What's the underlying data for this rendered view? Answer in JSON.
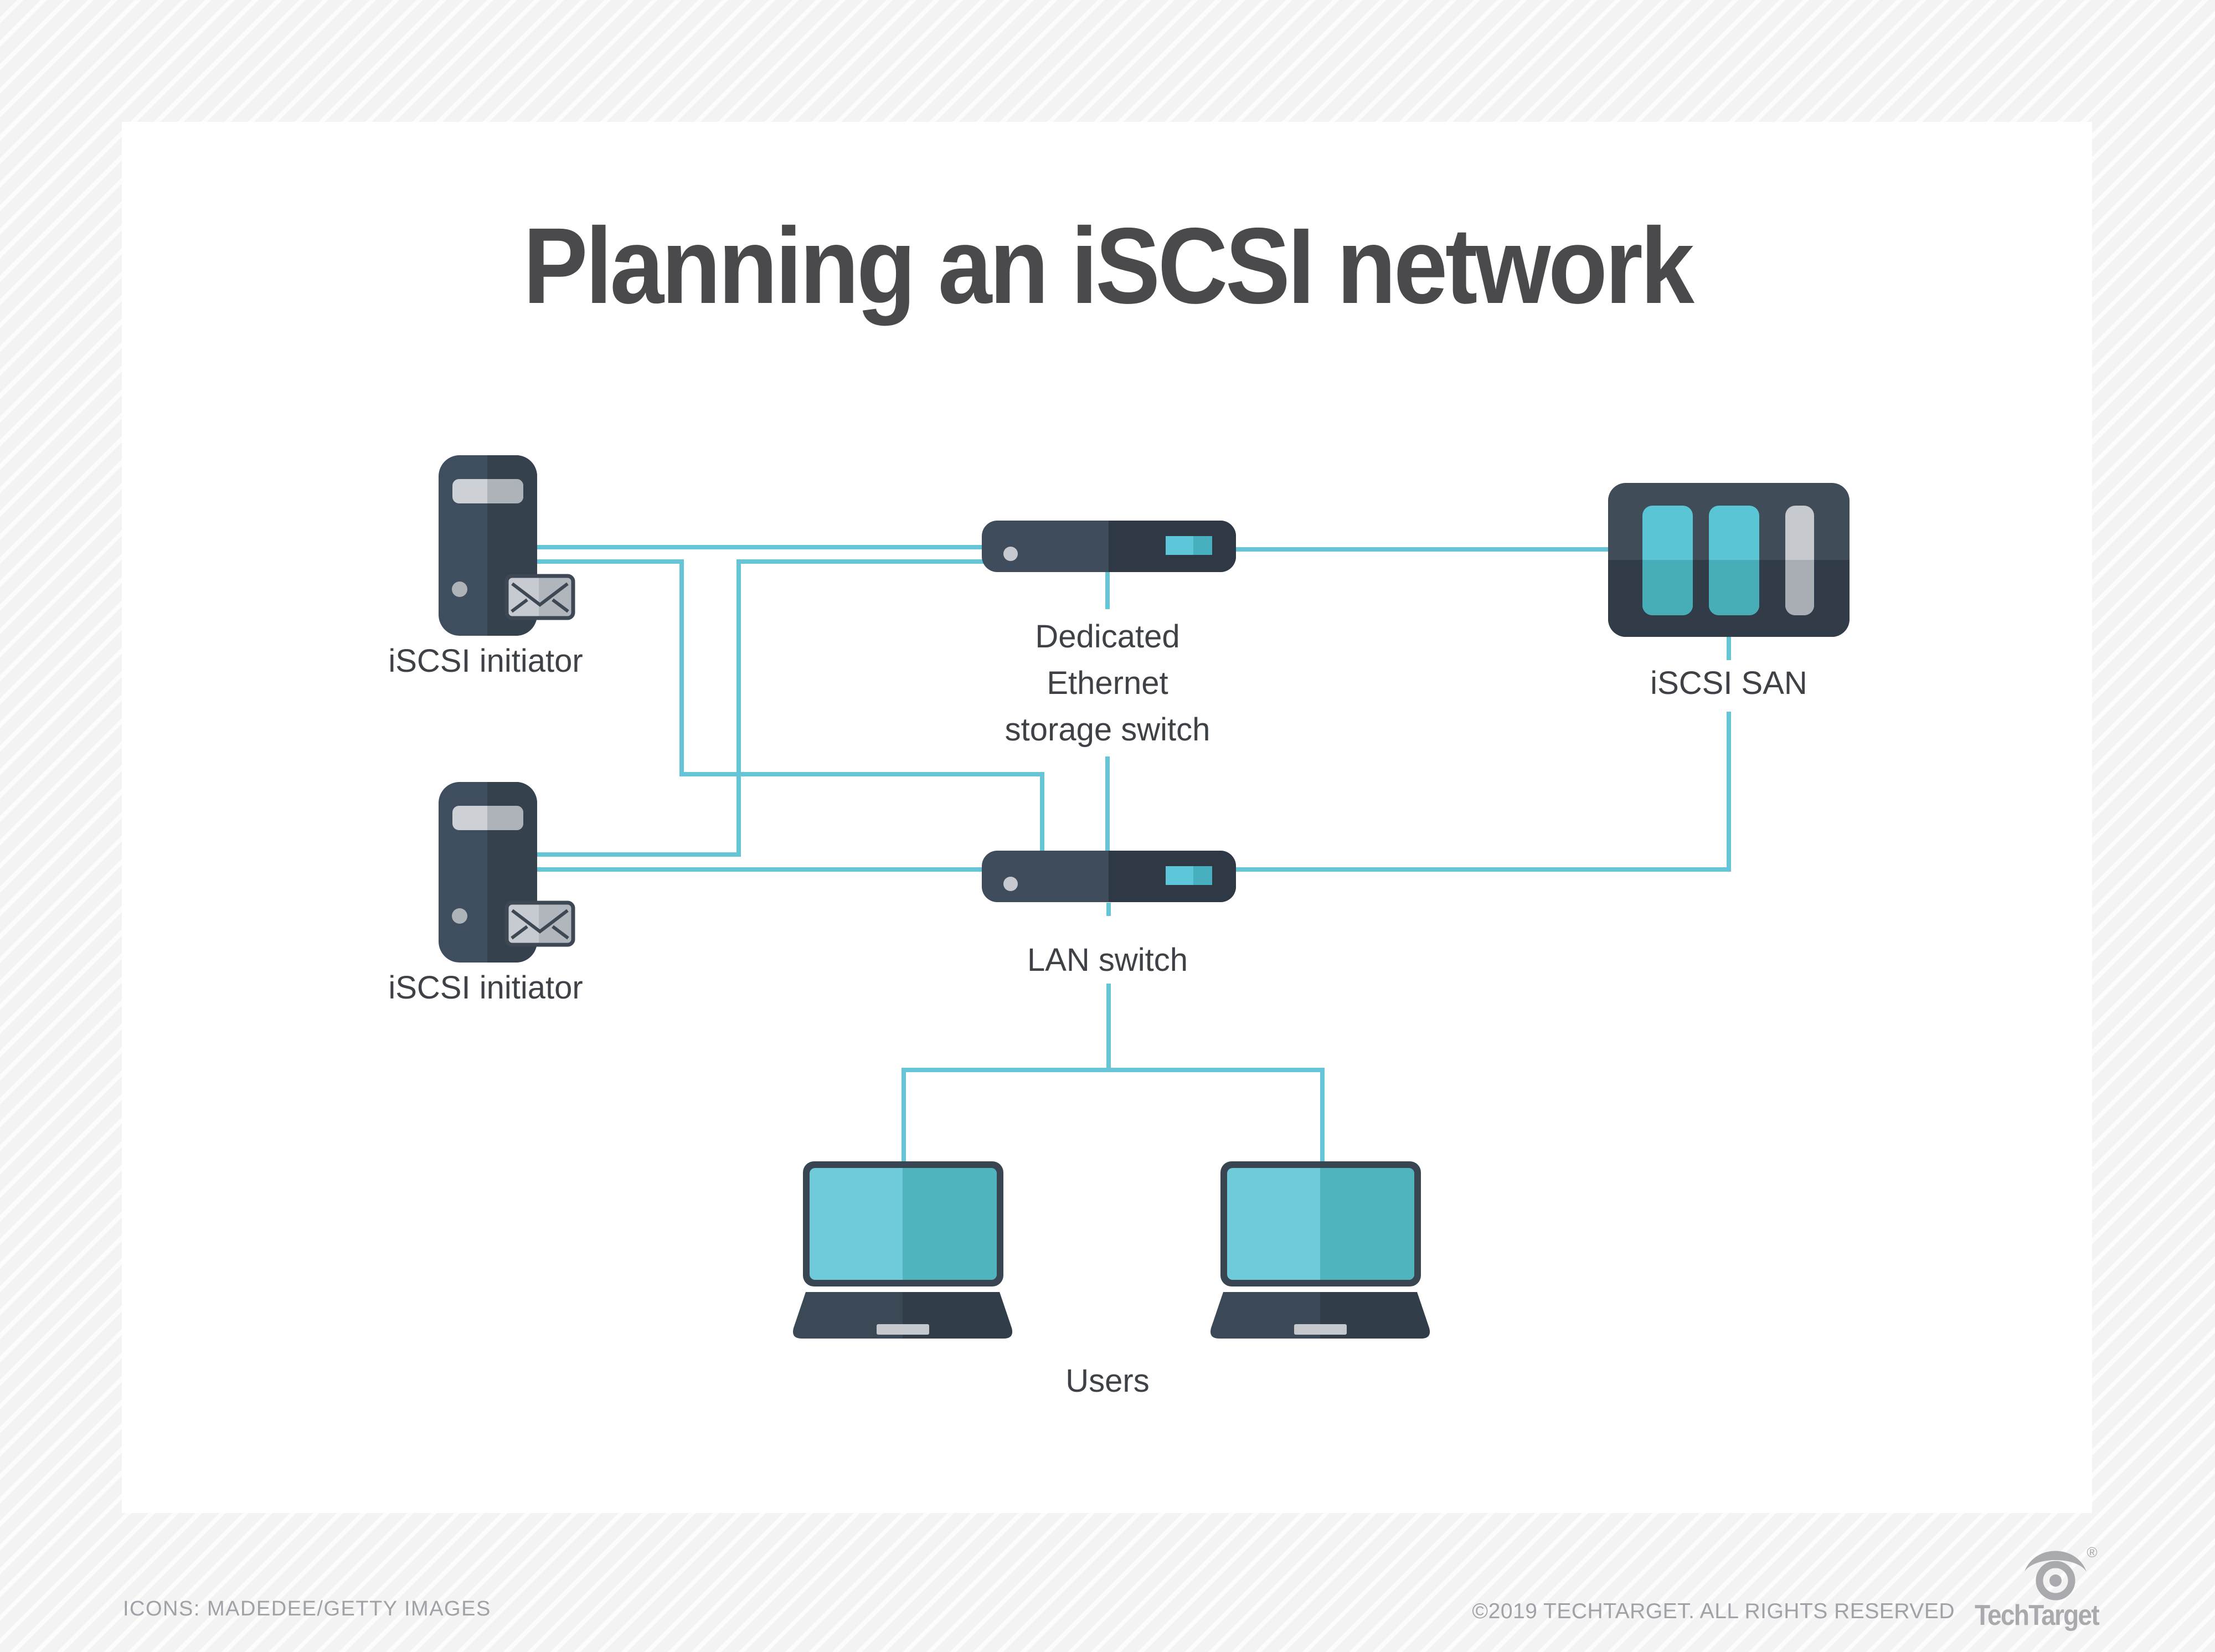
{
  "title": "Planning an iSCSI network",
  "diagram": {
    "nodes": {
      "initiator_top": {
        "label": "iSCSI initiator",
        "icon": "server-tower-with-envelope"
      },
      "initiator_bottom": {
        "label": "iSCSI initiator",
        "icon": "server-tower-with-envelope"
      },
      "storage_switch": {
        "label": "Dedicated\nEthernet\nstorage switch",
        "icon": "rack-switch"
      },
      "san": {
        "label": "iSCSI SAN",
        "icon": "storage-array"
      },
      "lan_switch": {
        "label": "LAN switch",
        "icon": "rack-switch"
      },
      "users": {
        "label": "Users",
        "icon": "two-laptops"
      }
    },
    "connections": [
      "initiator_top - storage_switch",
      "initiator_top - lan_switch",
      "initiator_bottom - storage_switch",
      "initiator_bottom - lan_switch",
      "storage_switch - san",
      "storage_switch - lan_switch",
      "lan_switch - san",
      "lan_switch - users"
    ]
  },
  "footer": {
    "credit": "ICONS: MADEDEE/GETTY IMAGES",
    "copyright": "©2019 TECHTARGET. ALL RIGHTS RESERVED",
    "brand": "TechTarget",
    "registered_mark": "®"
  },
  "colors": {
    "background": "#f3f3f4",
    "card": "#ffffff",
    "title_text": "#4a4a4c",
    "label_text": "#3e4247",
    "footer_text": "#9fa2a7",
    "line_teal": "#65c4d6",
    "slate_light": "#3f4e5e",
    "slate_dark": "#313d49",
    "teal_light": "#5ac5d5",
    "teal_dark": "#47aeb8",
    "gray_light": "#c7cad0",
    "gray_dark": "#aeb2b9"
  }
}
